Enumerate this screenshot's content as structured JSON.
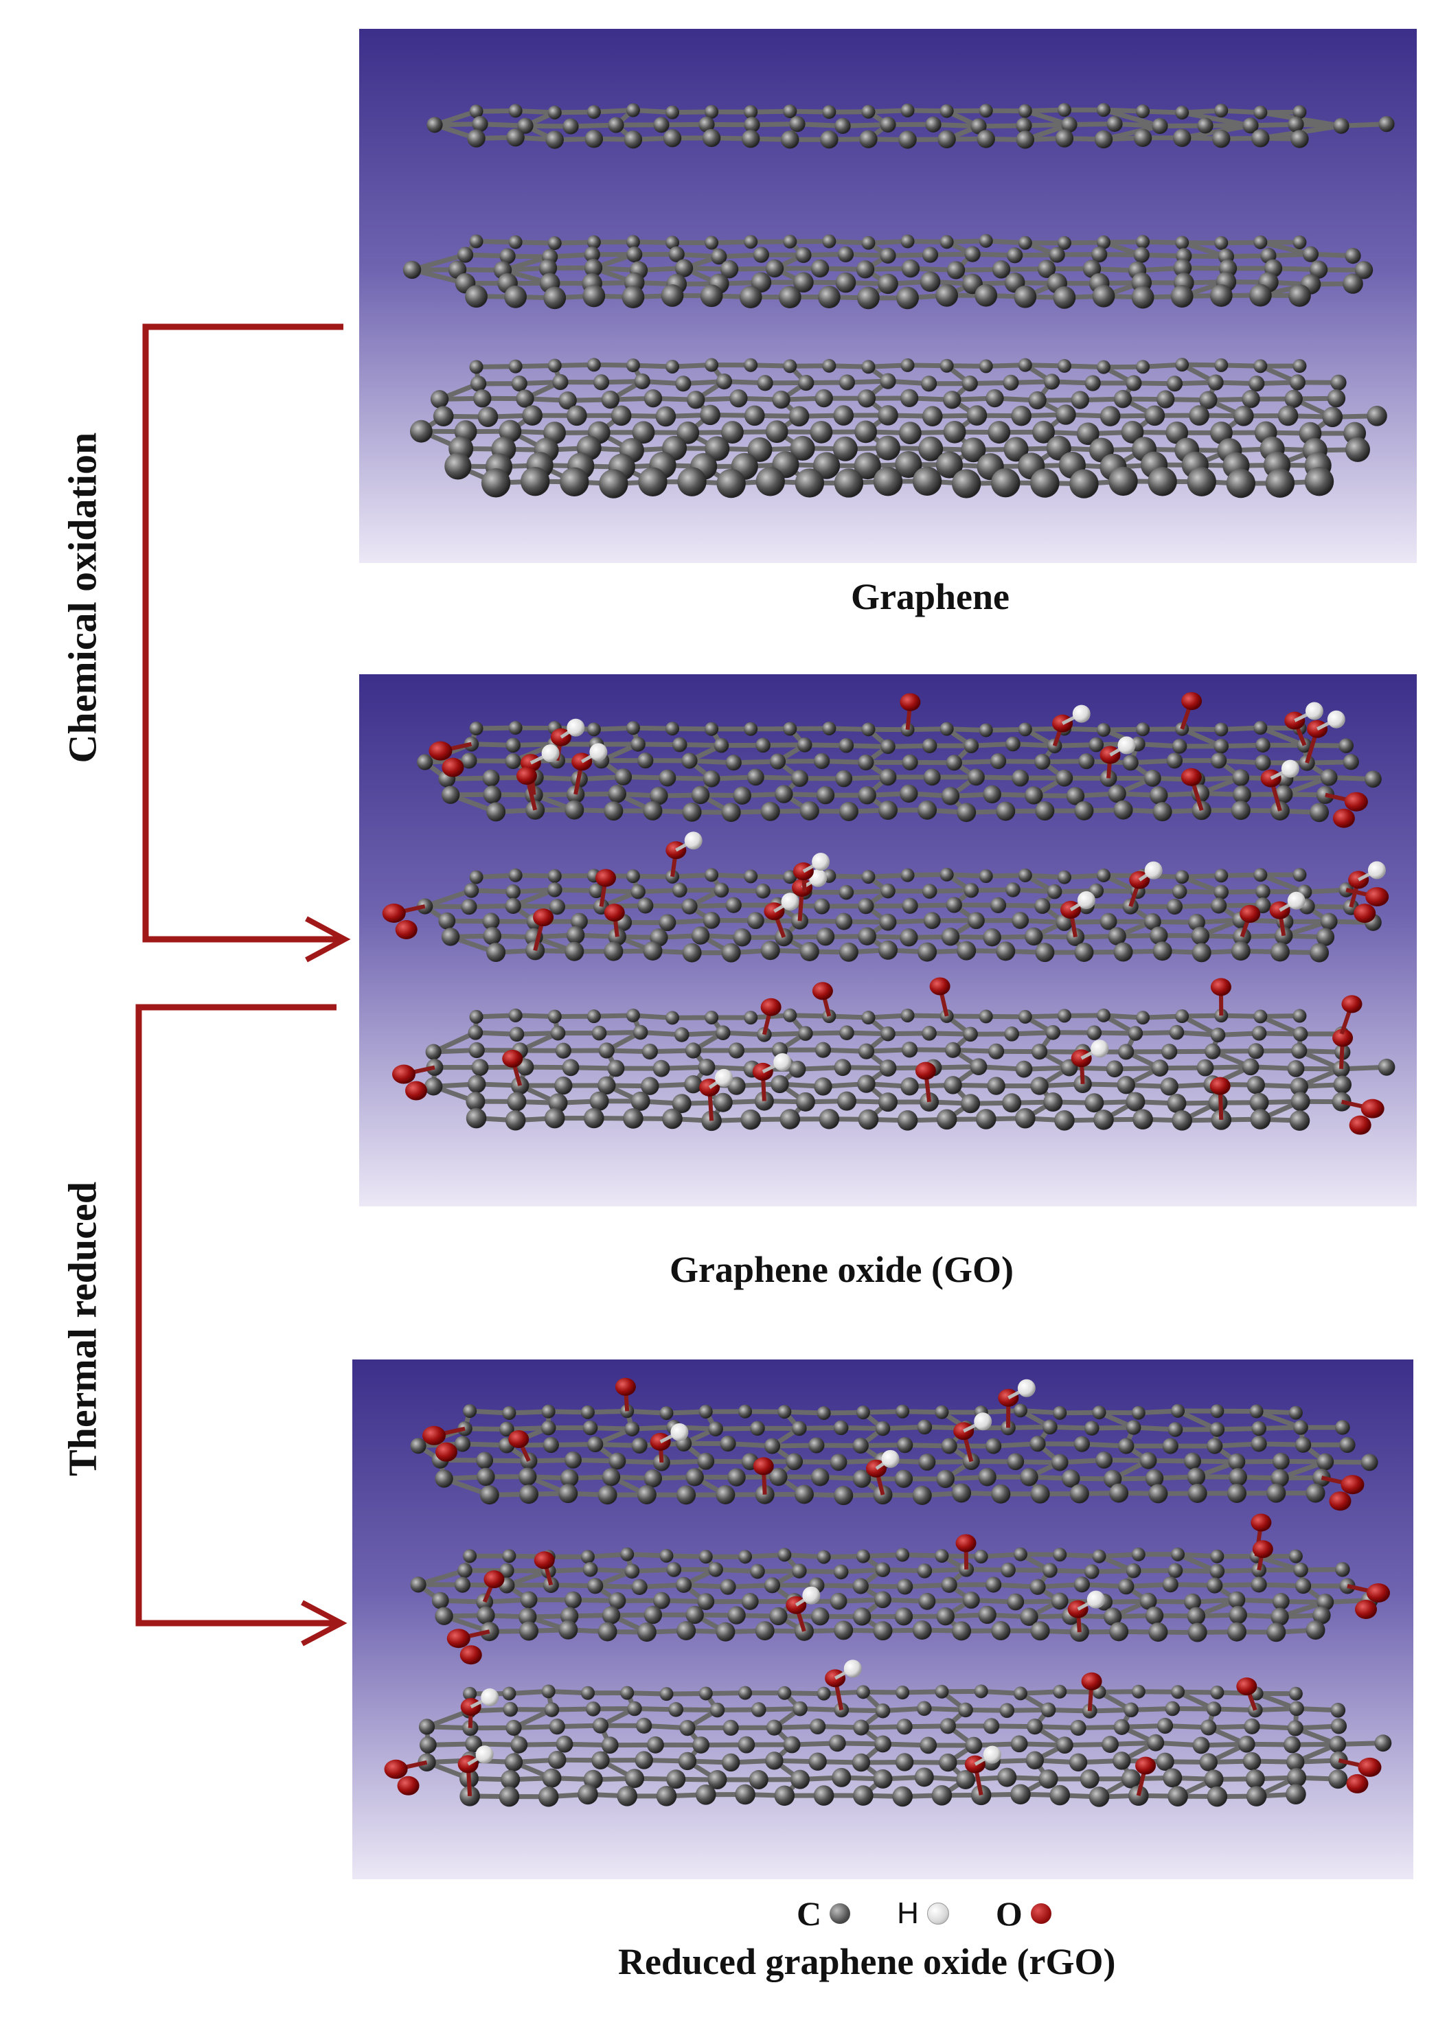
{
  "process_labels": {
    "oxidation": "Chemical oxidation",
    "reduction": "Thermal reduced"
  },
  "panels": [
    {
      "caption": "Graphene"
    },
    {
      "caption": "Graphene oxide (GO)"
    },
    {
      "caption": "Reduced graphene oxide (rGO)"
    }
  ],
  "legend": [
    {
      "symbol": "C",
      "name": "carbon-atom",
      "color": "#555555"
    },
    {
      "symbol": "H",
      "name": "hydrogen-atom",
      "color": "#e8e8e8"
    },
    {
      "symbol": "O",
      "name": "oxygen-atom",
      "color": "#a01818"
    }
  ],
  "colors": {
    "arrow": "#a01818",
    "panel_top": "#3c2f8a",
    "panel_bottom": "#ece8f6"
  }
}
